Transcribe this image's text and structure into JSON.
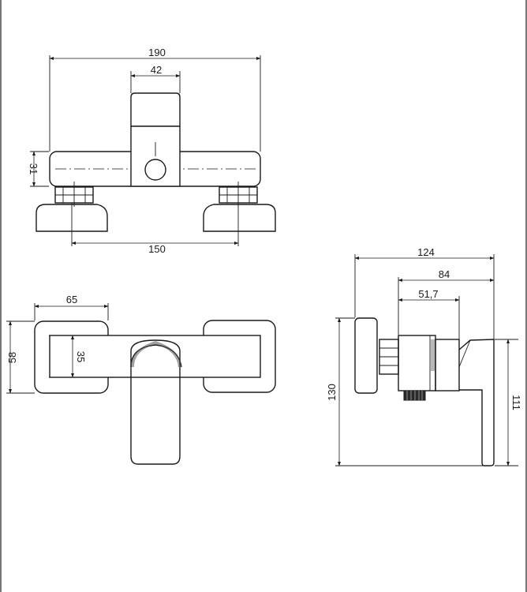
{
  "drawing": {
    "front_view": {
      "overall_width": "190",
      "handle_width": "42",
      "body_height": "31",
      "inlet_centers": "150"
    },
    "top_view": {
      "flange_width": "65",
      "flange_height": "58",
      "body_depth": "35"
    },
    "side_view": {
      "overall_depth": "124",
      "depth_to_handle": "84",
      "depth_to_body": "51,7",
      "overall_height": "130",
      "handle_height": "111"
    }
  }
}
